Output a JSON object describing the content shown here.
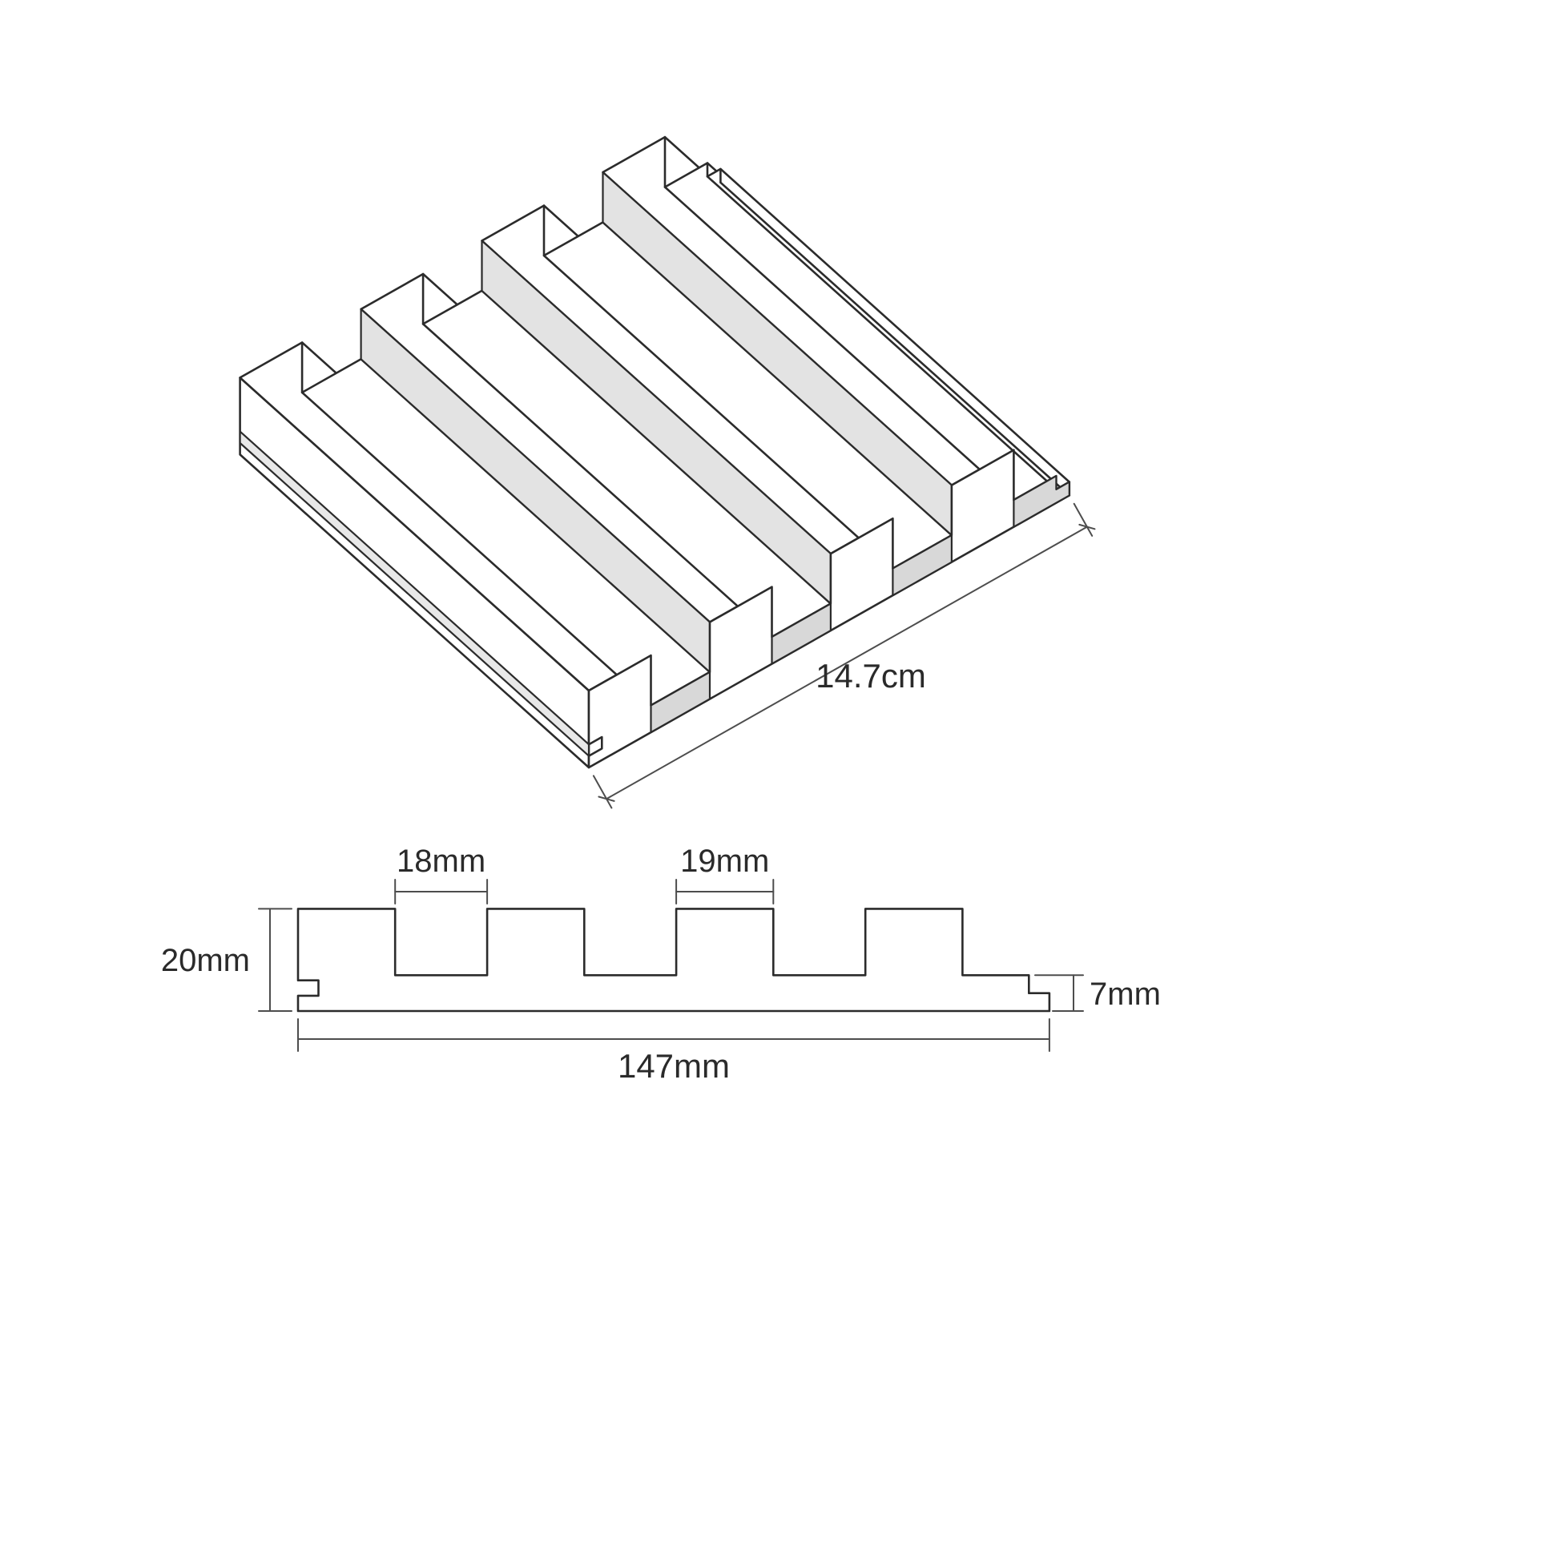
{
  "page": {
    "background": "#ffffff",
    "description_label": "slatted-wall-panel-technical-drawing"
  },
  "colors": {
    "line": "#2b2b2b",
    "dim_line": "#4d4d4d",
    "text": "#2a2a2a",
    "panel_fill": "#ffffff",
    "groove_front_shade": "#d8d8d8",
    "wall_shade": "#e3e3e3",
    "notch_shade": "#e8e8e8"
  },
  "isometric_view": {
    "width_dimension_label": "14.7cm"
  },
  "cross_section_view": {
    "groove_width_label": "18mm",
    "slat_width_label": "19mm",
    "panel_height_label": "20mm",
    "base_thickness_label": "7mm",
    "panel_width_label": "147mm"
  }
}
